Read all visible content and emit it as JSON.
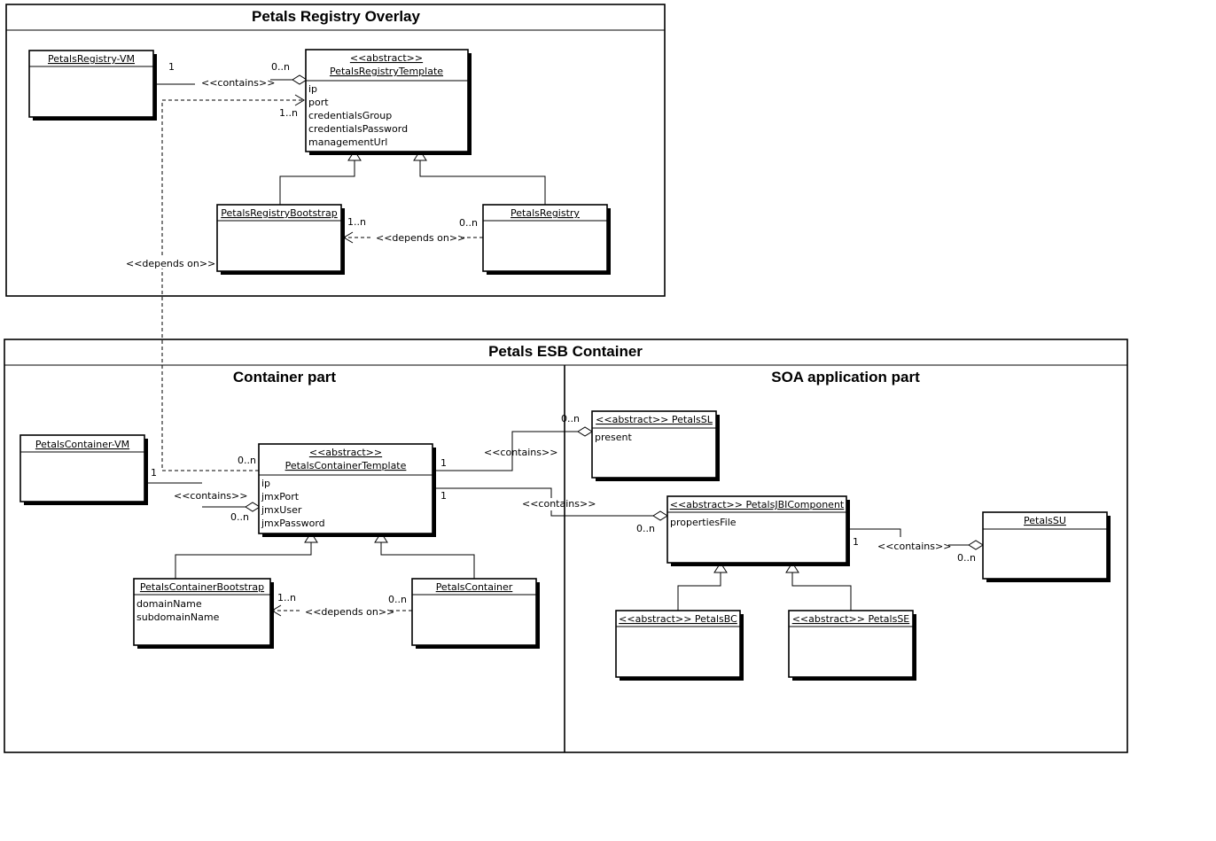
{
  "packages": {
    "registry_overlay": "Petals Registry Overlay",
    "esb_container": "Petals ESB Container",
    "container_part": "Container part",
    "soa_part": "SOA application part"
  },
  "classes": {
    "registry_vm": {
      "name": "PetalsRegistry-VM",
      "attrs": []
    },
    "registry_template": {
      "stereotype": "<<abstract>>",
      "name": "PetalsRegistryTemplate",
      "attrs": [
        "ip",
        "port",
        "credentialsGroup",
        "credentialsPassword",
        "managementUrl"
      ]
    },
    "registry_bootstrap": {
      "name": "PetalsRegistryBootstrap",
      "attrs": []
    },
    "registry": {
      "name": "PetalsRegistry",
      "attrs": []
    },
    "container_vm": {
      "name": "PetalsContainer-VM",
      "attrs": []
    },
    "container_template": {
      "stereotype": "<<abstract>>",
      "name": "PetalsContainerTemplate",
      "attrs": [
        "ip",
        "jmxPort",
        "jmxUser",
        "jmxPassword"
      ]
    },
    "container_bootstrap": {
      "name": "PetalsContainerBootstrap",
      "attrs": [
        "domainName",
        "subdomainName"
      ]
    },
    "container": {
      "name": "PetalsContainer",
      "attrs": []
    },
    "petals_sl": {
      "name": "<<abstract>> PetalsSL",
      "attrs": [
        "present"
      ]
    },
    "jbi_component": {
      "name": "<<abstract>> PetalsJBIComponent",
      "attrs": [
        "propertiesFile"
      ]
    },
    "petals_su": {
      "name": "PetalsSU",
      "attrs": []
    },
    "petals_bc": {
      "name": "<<abstract>> PetalsBC",
      "attrs": []
    },
    "petals_se": {
      "name": "<<abstract>> PetalsSE",
      "attrs": []
    }
  },
  "relations": {
    "reg_contains": {
      "label": "<<contains>>",
      "source_mult": "1",
      "target_mult": "0..n"
    },
    "reg_depends": {
      "label": "<<depends on>>",
      "source_mult": "0..n",
      "target_mult": "1..n"
    },
    "cross_depends": {
      "label": "<<depends on>>",
      "source_mult": "0..n",
      "target_mult": "1..n"
    },
    "cont_contains": {
      "label": "<<contains>>",
      "source_mult": "1",
      "target_mult": "0..n"
    },
    "cont_depends": {
      "label": "<<depends on>>",
      "source_mult": "0..n",
      "target_mult": "1..n"
    },
    "sl_contains": {
      "label": "<<contains>>",
      "source_mult": "1",
      "target_mult": "0..n"
    },
    "jbi_contains": {
      "label": "<<contains>>",
      "source_mult": "1",
      "target_mult": "0..n"
    },
    "su_contains": {
      "label": "<<contains>>",
      "source_mult": "1",
      "target_mult": "0..n"
    }
  }
}
